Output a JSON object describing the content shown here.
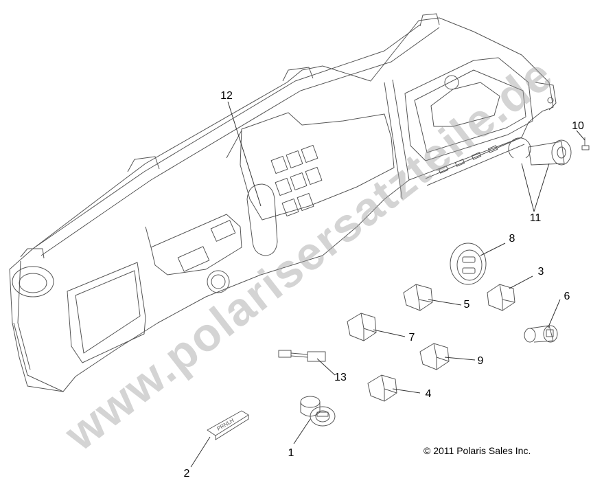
{
  "callouts": {
    "c1": "1",
    "c2": "2",
    "c3": "3",
    "c4": "4",
    "c5": "5",
    "c6": "6",
    "c7": "7",
    "c8": "8",
    "c9": "9",
    "c10": "10",
    "c11": "11",
    "c12": "12",
    "c13": "13"
  },
  "copyright": "© 2011 Polaris Sales Inc.",
  "watermark": "www.polarisersatzteile.de",
  "colors": {
    "line": "#555555",
    "text": "#000000",
    "watermark": "#a0a0a0"
  }
}
